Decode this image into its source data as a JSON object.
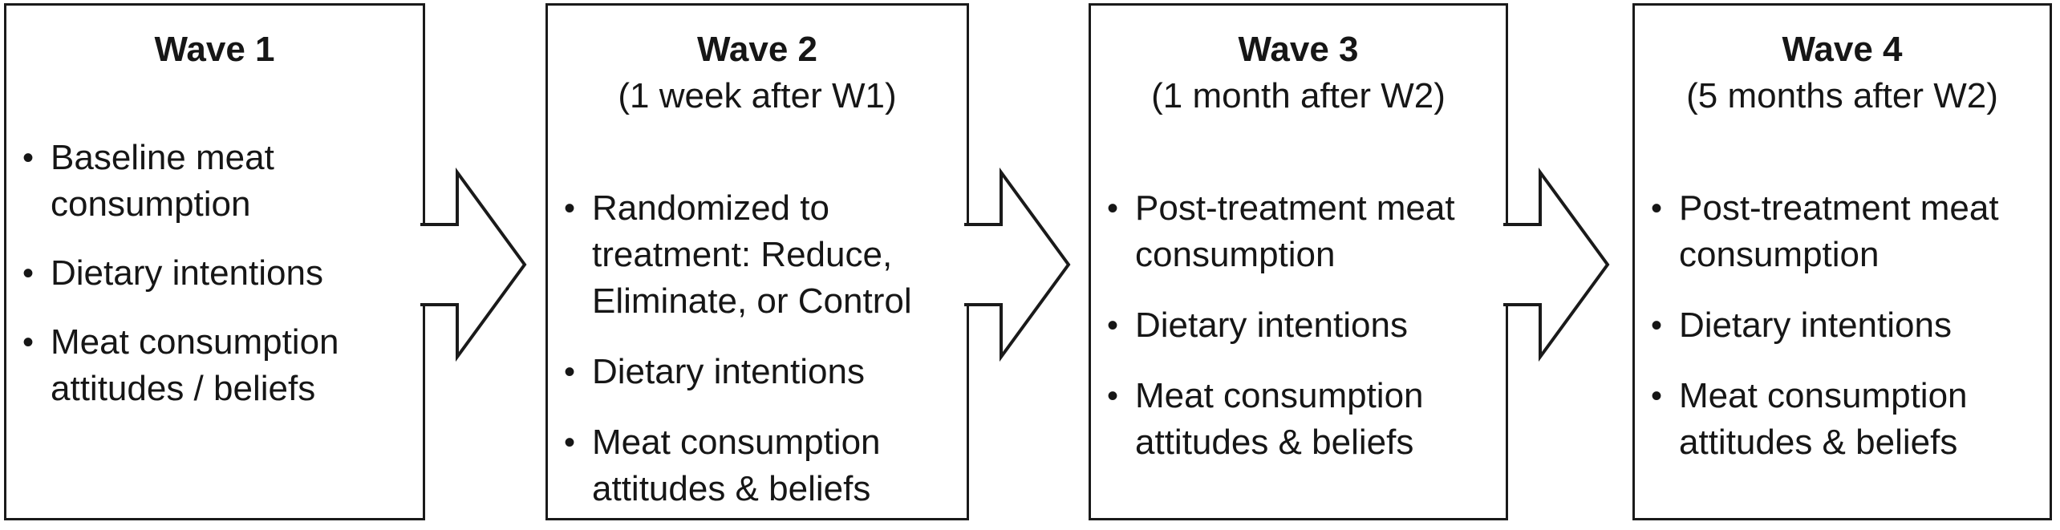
{
  "figure": {
    "description": "Four-wave longitudinal study design flow diagram",
    "colors": {
      "background": "#ffffff",
      "line": "#1a1a1a",
      "text": "#161616"
    },
    "glyphs": {
      "bullet": "•"
    }
  },
  "boxes": [
    {
      "id": "wave-1",
      "title": "Wave 1",
      "subtitle": "",
      "bullets": [
        {
          "lines": [
            "Baseline meat",
            "consumption"
          ]
        },
        {
          "lines": [
            "Dietary intentions"
          ]
        },
        {
          "lines": [
            "Meat consumption",
            "attitudes / beliefs"
          ]
        }
      ]
    },
    {
      "id": "wave-2",
      "title": "Wave 2",
      "subtitle": "(1 week after W1)",
      "bullets": [
        {
          "lines": [
            "Randomized to",
            "treatment: Reduce,",
            "Eliminate, or Control"
          ]
        },
        {
          "lines": [
            "Dietary intentions"
          ]
        },
        {
          "lines": [
            "Meat consumption",
            "attitudes & beliefs"
          ]
        }
      ]
    },
    {
      "id": "wave-3",
      "title": "Wave 3",
      "subtitle": "(1 month after W2)",
      "bullets": [
        {
          "lines": [
            "Post-treatment meat",
            "consumption"
          ]
        },
        {
          "lines": [
            "Dietary intentions"
          ]
        },
        {
          "lines": [
            "Meat consumption",
            "attitudes & beliefs"
          ]
        }
      ]
    },
    {
      "id": "wave-4",
      "title": "Wave 4",
      "subtitle": "(5 months after W2)",
      "bullets": [
        {
          "lines": [
            "Post-treatment meat",
            "consumption"
          ]
        },
        {
          "lines": [
            "Dietary intentions"
          ]
        },
        {
          "lines": [
            "Meat consumption",
            "attitudes & beliefs"
          ]
        }
      ]
    }
  ],
  "arrows": [
    {
      "name": "wave-1-to-wave-2",
      "direction": "right"
    },
    {
      "name": "wave-2-to-wave-3",
      "direction": "right"
    },
    {
      "name": "wave-3-to-wave-4",
      "direction": "right"
    }
  ]
}
